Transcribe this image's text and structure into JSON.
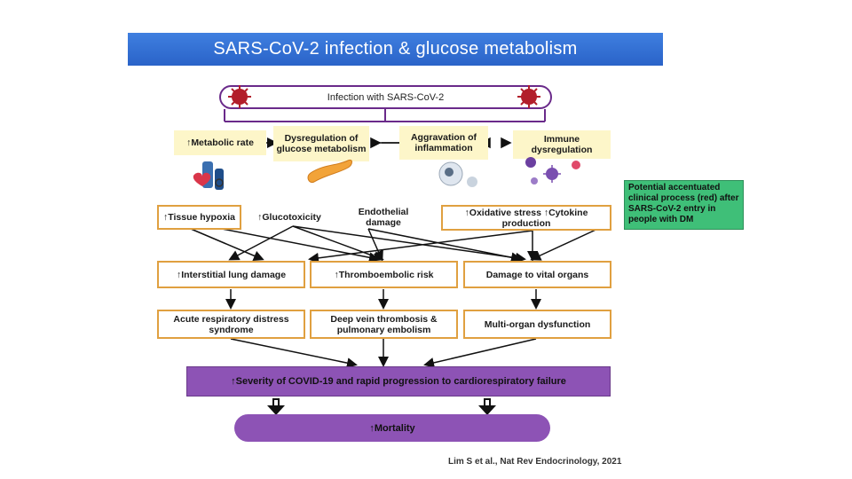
{
  "title": "SARS-CoV-2 infection & glucose metabolism",
  "top": {
    "label": "Infection with SARS-CoV-2"
  },
  "row1": {
    "metabolic_rate": "↑Metabolic rate",
    "dysregulation": "Dysregulation of glucose metabolism",
    "aggravation": "Aggravation of inflammation",
    "immune": "Immune dysregulation"
  },
  "row2": {
    "hypoxia": "↑Tissue hypoxia",
    "glucotoxicity": "↑Glucotoxicity",
    "endothelial": "Endothelial damage",
    "oxidative": "↑Oxidative stress ↑Cytokine production"
  },
  "row3": {
    "lung": "↑Interstitial lung damage",
    "thrombo": "↑Thromboembolic risk",
    "vital": "Damage to vital organs"
  },
  "row4": {
    "ards": "Acute respiratory distress syndrome",
    "dvt": "Deep vein thrombosis & pulmonary embolism",
    "multi": "Multi-organ dysfunction"
  },
  "note": "Potential accentuated clinical process (red) after SARS-CoV-2 entry in people with DM",
  "severity": "↑Severity of COVID-19 and rapid progression to cardiorespiratory failure",
  "mortality": "↑Mortality",
  "citation": "Lim S et al., Nat Rev Endocrinology, 2021",
  "colors": {
    "title_bg": "#2f6fd6",
    "purple": "#8d53b5",
    "orange_border": "#e0a040",
    "note_green": "#3fbf78",
    "yellow": "#fdf6c9"
  }
}
